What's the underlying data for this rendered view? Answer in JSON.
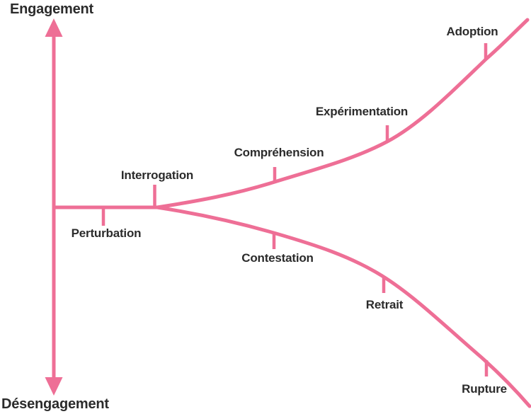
{
  "diagram": {
    "axis": {
      "top_label": "Engagement",
      "bottom_label": "Désengagement"
    },
    "stages": {
      "perturbation": "Perturbation",
      "interrogation": "Interrogation",
      "comprehension": "Compréhension",
      "experimentation": "Expérimentation",
      "adoption": "Adoption",
      "contestation": "Contestation",
      "retrait": "Retrait",
      "rupture": "Rupture"
    },
    "structure": {
      "common_path": [
        "Perturbation",
        "Interrogation"
      ],
      "upper_engagement_branch": [
        "Compréhension",
        "Expérimentation",
        "Adoption"
      ],
      "lower_disengagement_branch": [
        "Contestation",
        "Retrait",
        "Rupture"
      ]
    },
    "colors": {
      "curve": "#ee6f96",
      "text": "#2b2b2b",
      "background": "#ffffff"
    }
  }
}
